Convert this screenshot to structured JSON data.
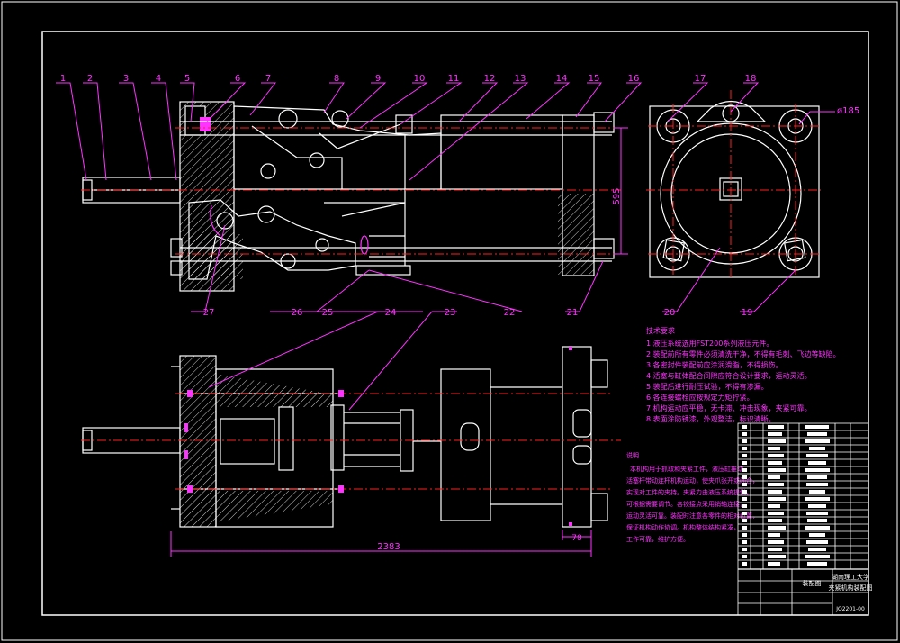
{
  "part_labels": [
    "1",
    "2",
    "3",
    "4",
    "5",
    "6",
    "7",
    "8",
    "9",
    "10",
    "11",
    "12",
    "13",
    "14",
    "15",
    "16",
    "17",
    "18",
    "19",
    "20",
    "21",
    "22",
    "23",
    "24",
    "25",
    "26",
    "27"
  ],
  "dimensions": {
    "height": "595",
    "diameter": "ø185",
    "length": "2383",
    "small": "78"
  },
  "tech_requirements": {
    "heading": "技术要求",
    "items": [
      "1.液压系统选用FST200系列液压元件。",
      "2.装配前所有零件必须清洗干净，不得有毛刺、飞边等缺陷。",
      "3.各密封件装配前应涂润滑脂，不得损伤。",
      "4.活塞与缸体配合间隙应符合设计要求，运动灵活。",
      "5.装配后进行耐压试验，不得有渗漏。",
      "6.各连接螺栓应按规定力矩拧紧。",
      "7.机构运动应平稳，无卡滞、冲击现象，夹紧可靠。",
      "8.表面涂防锈漆，外观整洁，标识清晰。"
    ]
  },
  "notes": {
    "heading": "说明",
    "lines": [
      "本机构用于抓取和夹紧工件，液压缸推动",
      "活塞杆带动连杆机构运动，使夹爪张开或闭合，",
      "实现对工件的夹持。夹紧力由液压系统提供，",
      "可根据需要调节。各铰接点采用销轴连接，",
      "运动灵活可靠。装配时注意各零件的相对位置，",
      "保证机构动作协调。机构整体结构紧凑，",
      "工作可靠，维护方便。"
    ]
  },
  "title_block": {
    "school": "湖南理工大学",
    "drawing_name": "夹紧机构装配图",
    "category": "装配图",
    "drawing_number": "JQ2201-00"
  },
  "colors": {
    "leader": "#ff33ff",
    "centerline": "#ff2020",
    "outline": "#ffffff",
    "accent": "#ff33ff"
  }
}
